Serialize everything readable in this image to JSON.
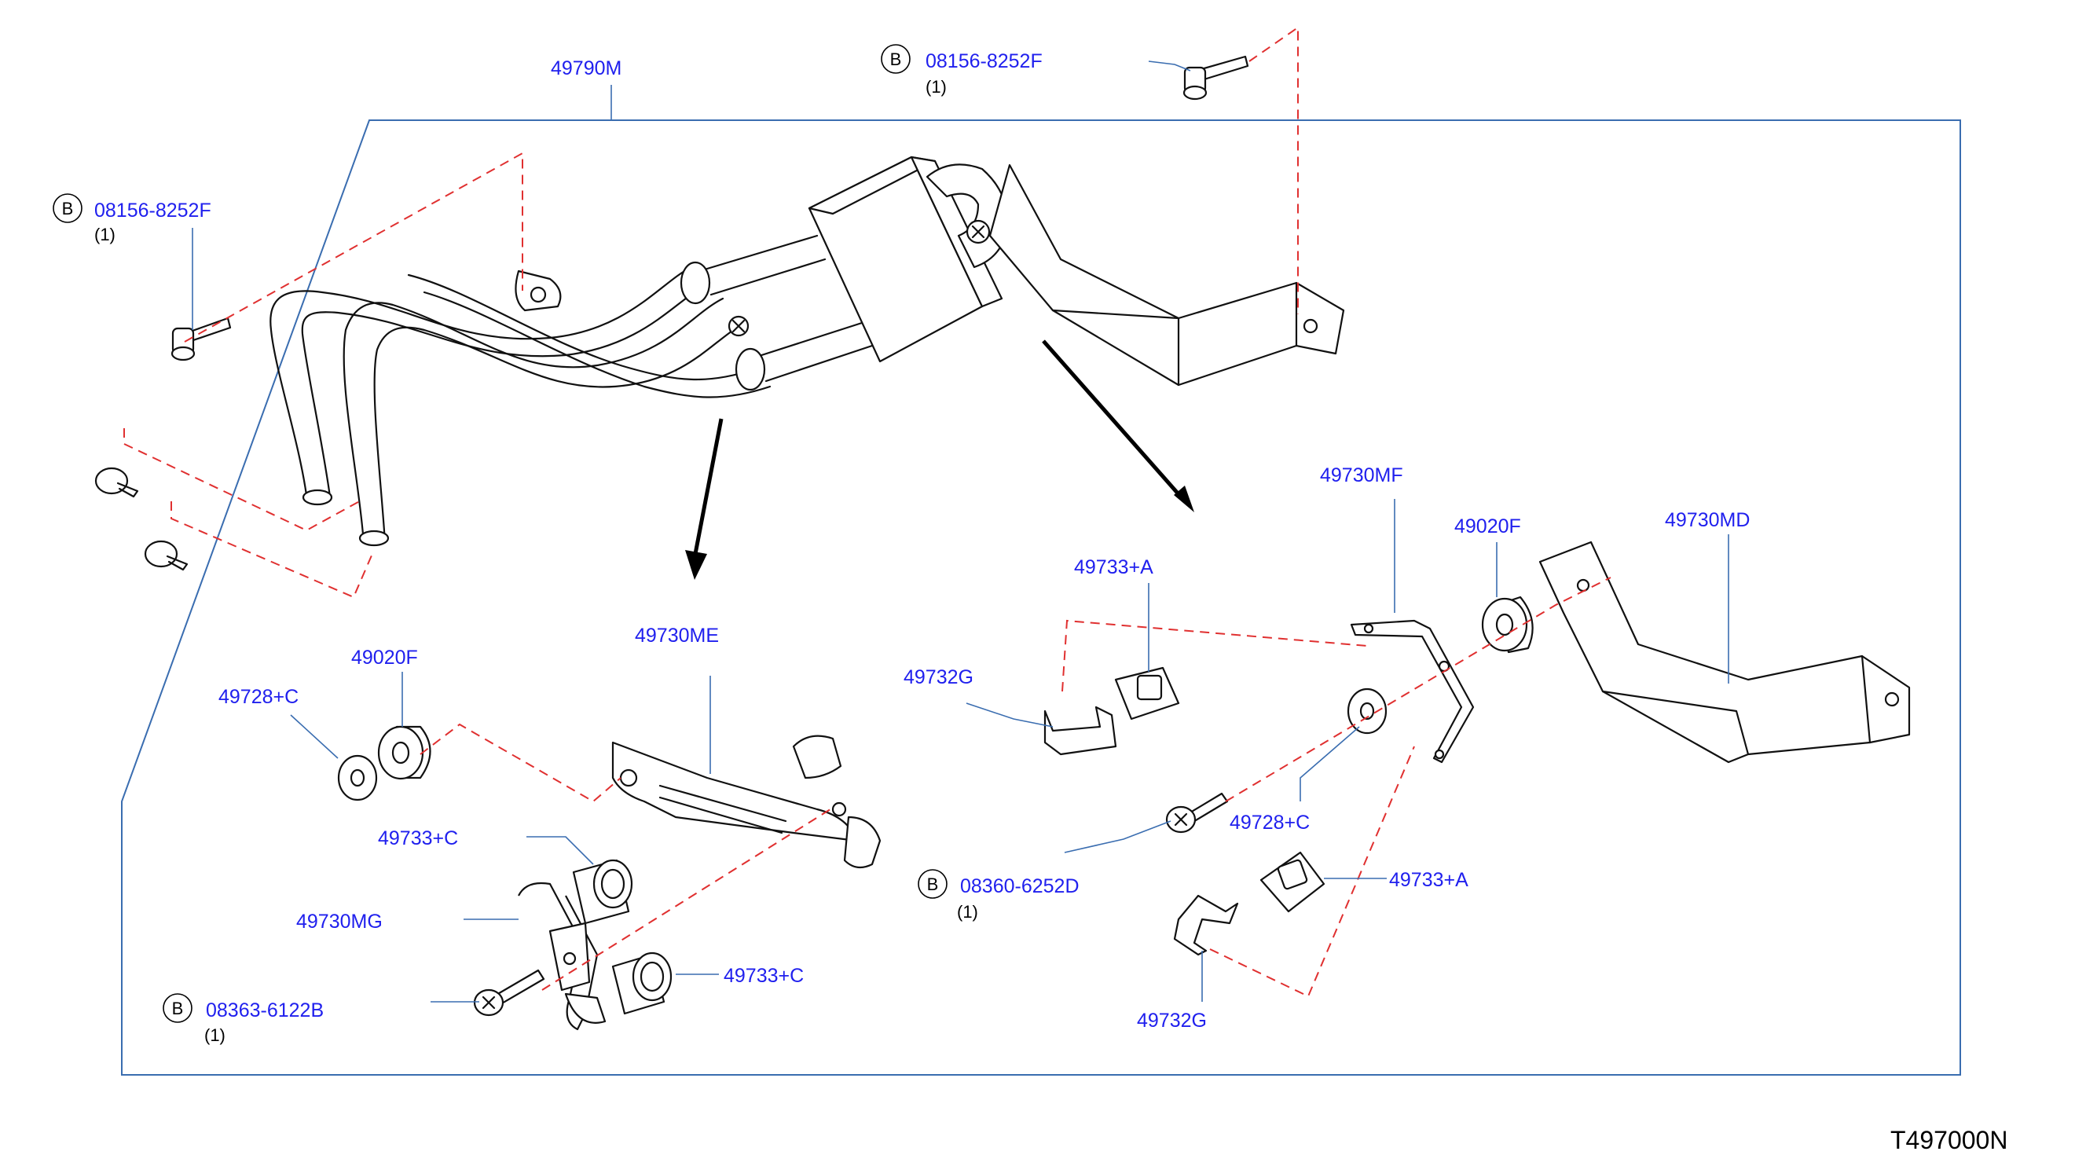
{
  "diagram_code": "T497000N",
  "labels": {
    "assembly": "49790M",
    "bolt_top": "08156-8252F",
    "bolt_left": "08156-8252F",
    "grommet_left": "49020F",
    "washer_left": "49728+C",
    "bracket_me": "49730ME",
    "clamp_c_upper": "49733+C",
    "bracket_mg": "49730MG",
    "clamp_c_lower": "49733+C",
    "bolt_bottom_left": "08363-6122B",
    "clamp_a_upper": "49733+A",
    "clip_upper": "49732G",
    "bracket_mf": "49730MF",
    "grommet_right": "49020F",
    "bracket_md": "49730MD",
    "washer_right": "49728+C",
    "bolt_right": "08360-6252D",
    "clamp_a_lower": "49733+A",
    "clip_lower": "49732G"
  },
  "bolt_marker": "B",
  "qty_label": "(1)"
}
